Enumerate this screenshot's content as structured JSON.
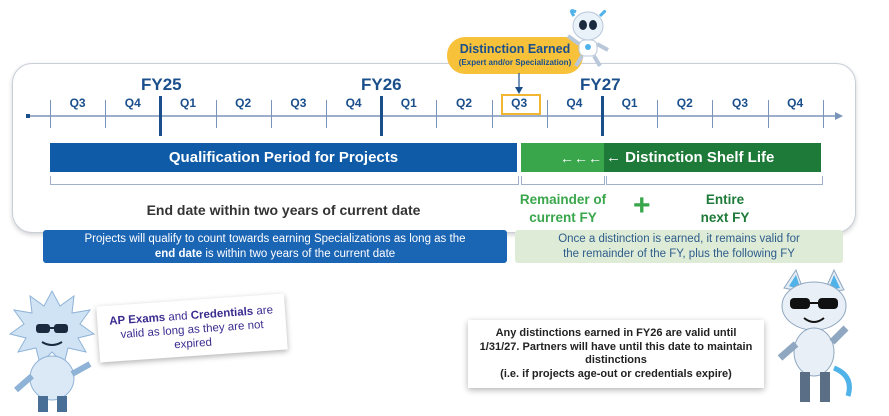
{
  "timeline": {
    "fy_labels": [
      "FY25",
      "FY26",
      "FY27"
    ],
    "quarters": [
      "Q3",
      "Q4",
      "Q1",
      "Q2",
      "Q3",
      "Q4",
      "Q1",
      "Q2",
      "Q3",
      "Q4",
      "Q1",
      "Q2",
      "Q3",
      "Q4"
    ],
    "highlighted_quarter_index": 8
  },
  "callout": {
    "title": "Distinction Earned",
    "subtitle": "(Expert and/or Specialization)"
  },
  "bars": {
    "qualification": "Qualification Period for Projects",
    "arrows": "←←←",
    "shelf_life": "← Distinction Shelf Life"
  },
  "labels": {
    "end_date": "End date within two years of current date",
    "remainder_line1": "Remainder of",
    "remainder_line2": "current FY",
    "plus": "+",
    "entire_line1": "Entire",
    "entire_line2": "next FY"
  },
  "notes": {
    "blue_line1": "Projects will qualify to count towards earning Specializations as long as the",
    "blue_bold": "end date",
    "blue_line2_rest": " is within two years of the current date",
    "green_line1": "Once a distinction is earned, it remains valid for",
    "green_line2": "the remainder of the FY, plus the following FY"
  },
  "cards": {
    "left_line1_a": "AP Exams",
    "left_line1_b": " and ",
    "left_line1_c": "Credentials",
    "left_line1_d": " are",
    "left_line2": "valid as long as they are not",
    "left_line3": "expired",
    "right_line1": "Any distinctions earned in FY26 are valid until",
    "right_line2": "1/31/27.  Partners will have until this date to maintain",
    "right_line3": "distinctions",
    "right_line4": "(i.e. if projects age-out or credentials expire)"
  },
  "colors": {
    "navy": "#1a4f8c",
    "blue_bar": "#0f5ba8",
    "green_light": "#3aa64b",
    "green_dark": "#1e7a38",
    "callout_fill": "#f7c13a",
    "highlight": "#f2b632",
    "card_text": "#3a2c8f"
  }
}
